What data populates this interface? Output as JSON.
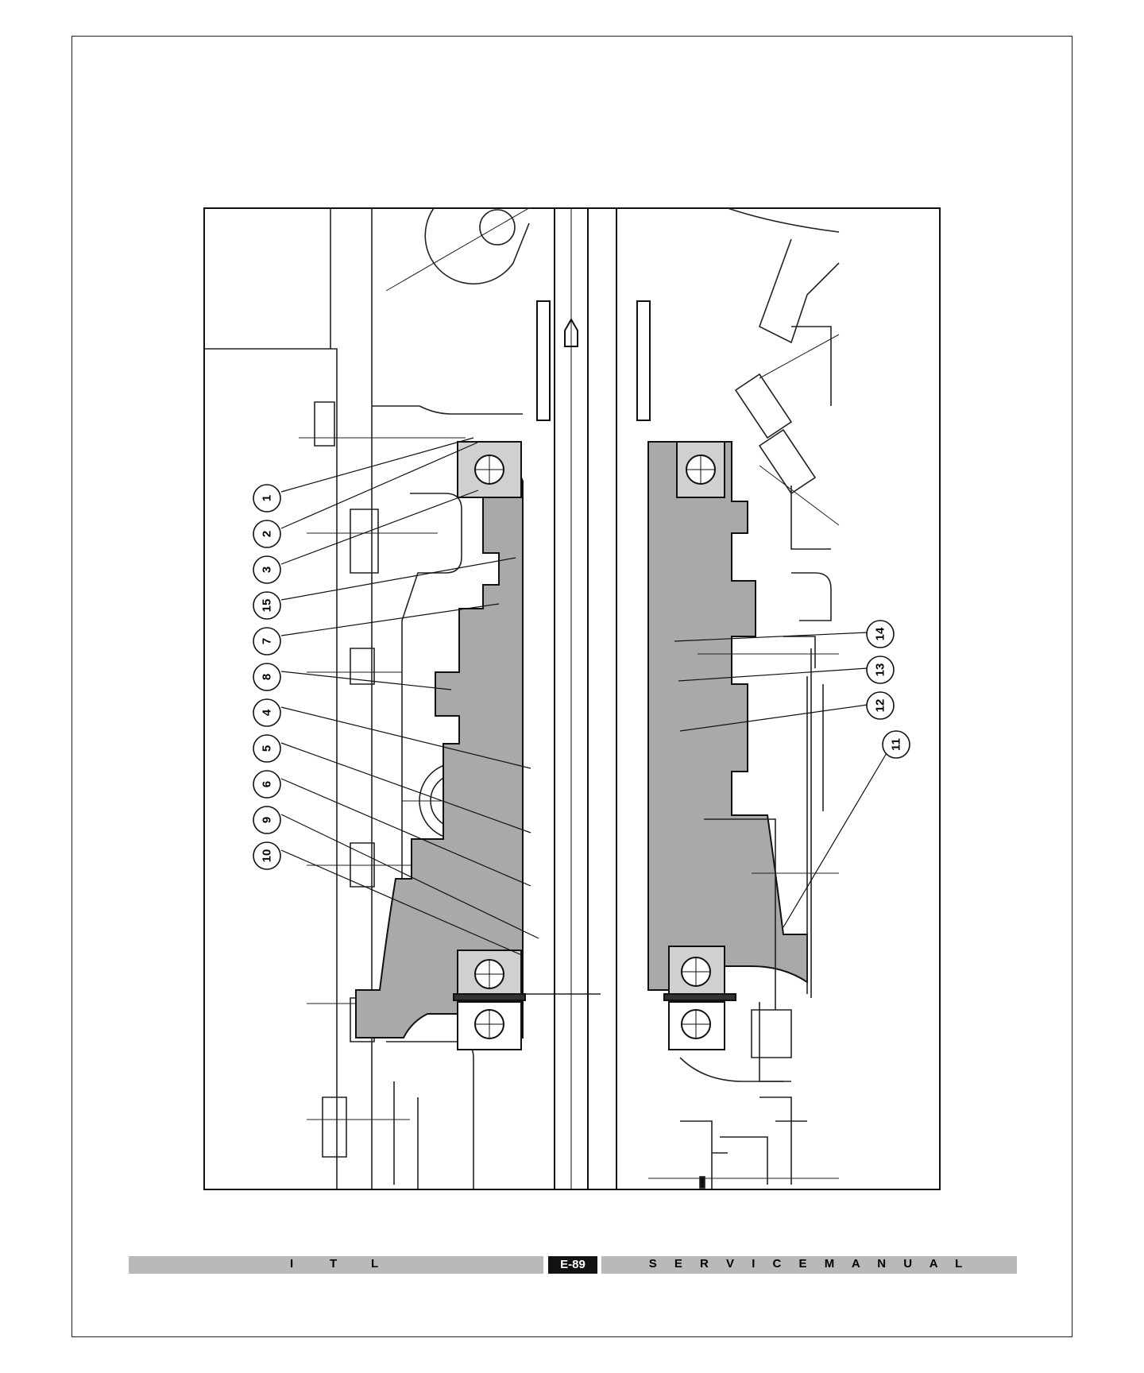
{
  "drawing": {
    "callouts_left": [
      {
        "num": "1"
      },
      {
        "num": "2"
      },
      {
        "num": "3"
      },
      {
        "num": "15"
      },
      {
        "num": "7"
      },
      {
        "num": "8"
      },
      {
        "num": "4"
      },
      {
        "num": "5"
      },
      {
        "num": "6"
      },
      {
        "num": "9"
      },
      {
        "num": "10"
      }
    ],
    "callouts_right": [
      {
        "num": "14"
      },
      {
        "num": "13"
      },
      {
        "num": "12"
      },
      {
        "num": "11"
      }
    ],
    "colors": {
      "line": "#111111",
      "section_fill": "#a9a9a9"
    }
  },
  "footer": {
    "left_letters": [
      "I",
      "T",
      "L"
    ],
    "page_number": "E-89",
    "manual_label": "S E R V I C E M A N U A L"
  }
}
